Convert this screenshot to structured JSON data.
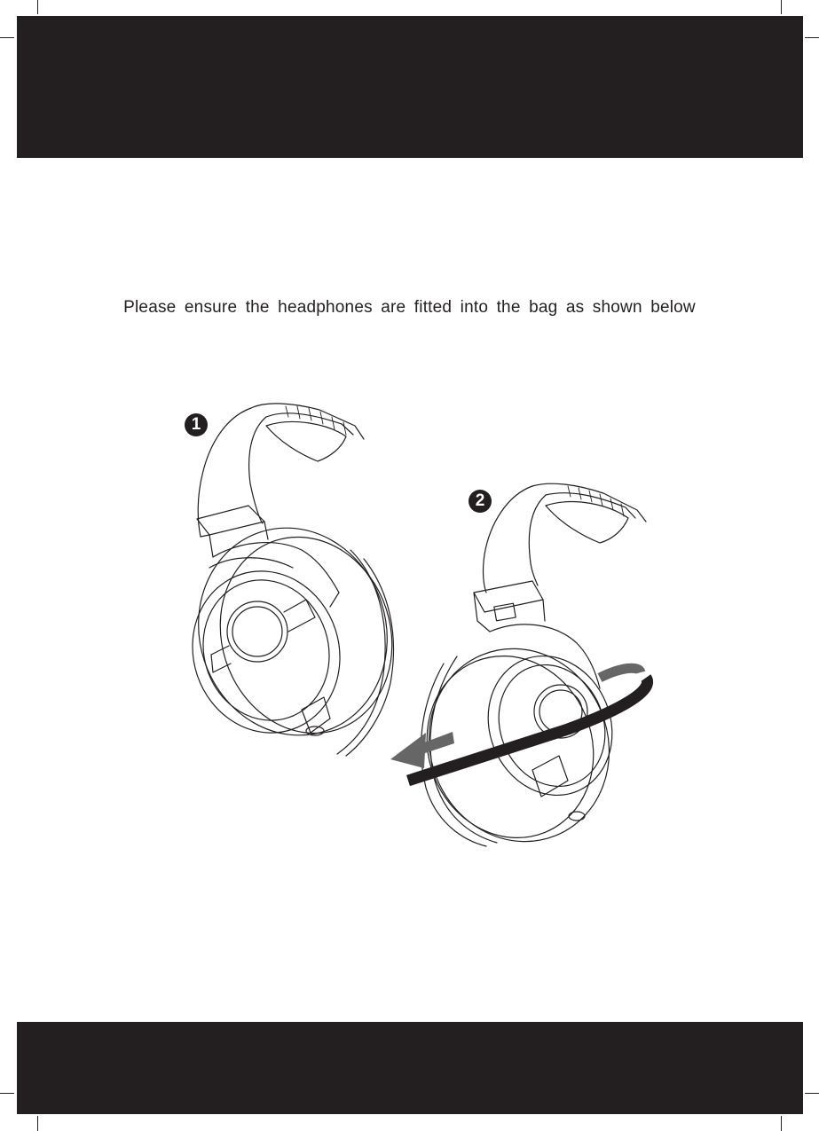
{
  "page": {
    "instruction": "Please ensure the headphones are fitted into the bag as shown below"
  },
  "steps": [
    {
      "number": "1",
      "icon": "headphones-icon"
    },
    {
      "number": "2",
      "icon": "headphones-with-strap-icon"
    }
  ],
  "colors": {
    "band": "#231f20",
    "line": "#231f20",
    "arrow": "#666666",
    "background": "#ffffff"
  }
}
